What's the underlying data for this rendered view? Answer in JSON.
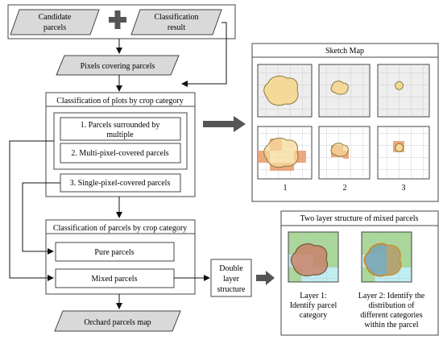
{
  "inputs": {
    "candidate_parcels": "Candidate parcels",
    "classification_result": "Classification result",
    "plus_icon": "plus-icon"
  },
  "pixels_covering_parcels": "Pixels covering parcels",
  "plot_classification": {
    "title": "Classification of plots by crop category",
    "item1": "1. Parcels surrounded by multiple pixels",
    "item2": "2. Multi-pixel-covered parcels",
    "item3": "3. Single-pixel-covered parcels"
  },
  "sketch_map": {
    "title": "Sketch Map",
    "labels": [
      "1",
      "2",
      "3"
    ]
  },
  "parcel_classification": {
    "title": "Classification of parcels by crop category",
    "pure": "Pure parcels",
    "mixed": "Mixed parcels"
  },
  "double_layer": "Double layer structure",
  "orchard_map": "Orchard parcels map",
  "two_layer": {
    "title": "Two layer structure of mixed parcels",
    "layer1": "Layer 1: Identify parcel category",
    "layer2": "Layer 2: Identify the distribution of different categories within the parcel"
  },
  "colors": {
    "parcel_fill": "#f5d99a",
    "parcel_stroke": "#8a7a3a",
    "pixel_orange": "#e89a6a",
    "grid_bg": "#eeeeee",
    "layer_cyan": "#bfeef3",
    "layer_green": "#a9d89a",
    "parallelogram_fill": "#d9d9d9",
    "arrow": "#555555"
  }
}
